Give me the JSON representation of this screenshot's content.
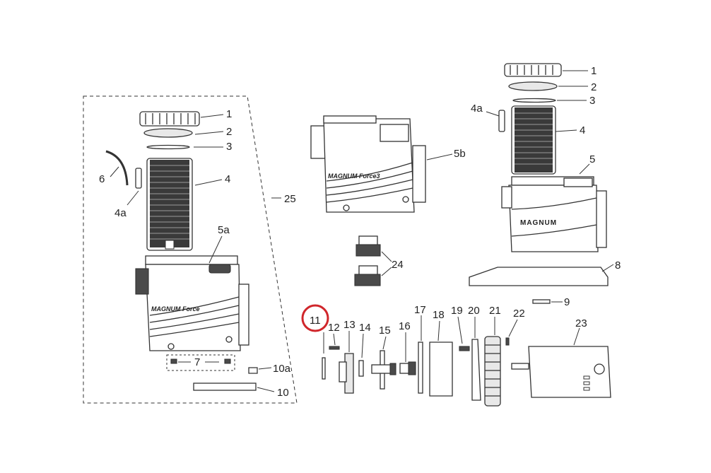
{
  "callouts": {
    "left": {
      "c1": "1",
      "c2": "2",
      "c3": "3",
      "c4": "4",
      "c4a": "4a",
      "c5a": "5a",
      "c6": "6",
      "c7": "7",
      "c10": "10",
      "c10a": "10a",
      "c25": "25"
    },
    "middle": {
      "c5b": "5b",
      "c24": "24"
    },
    "right": {
      "c1": "1",
      "c2": "2",
      "c3": "3",
      "c4": "4",
      "c4a": "4a",
      "c5": "5",
      "c8": "8",
      "c9": "9"
    },
    "bottom": {
      "c11": "11",
      "c12": "12",
      "c13": "13",
      "c14": "14",
      "c15": "15",
      "c16": "16",
      "c17": "17",
      "c18": "18",
      "c19": "19",
      "c20": "20",
      "c21": "21",
      "c22": "22",
      "c23": "23"
    }
  },
  "brand": {
    "magnum_force_left": "MAGNUM Force",
    "magnum_force_middle": "MAGNUM Force3",
    "magnum_right": "MAGNUM"
  },
  "highlight_color": "#d0262b",
  "line_color": "#333333"
}
